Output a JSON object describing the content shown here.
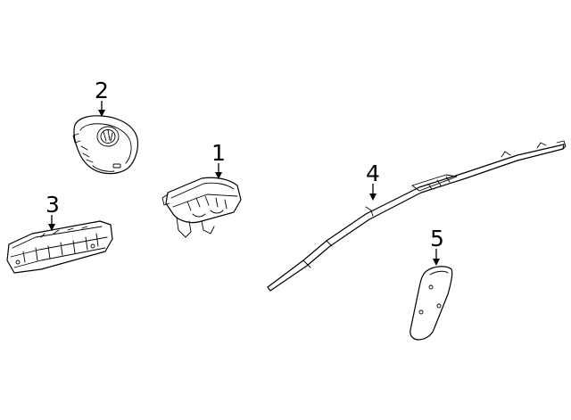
{
  "diagram": {
    "callouts": [
      {
        "id": "1",
        "label": "1",
        "part_name": "driver-airbag-module"
      },
      {
        "id": "2",
        "label": "2",
        "part_name": "steering-wheel-airbag-cover"
      },
      {
        "id": "3",
        "label": "3",
        "part_name": "passenger-airbag-module"
      },
      {
        "id": "4",
        "label": "4",
        "part_name": "side-curtain-airbag"
      },
      {
        "id": "5",
        "label": "5",
        "part_name": "seat-side-airbag"
      }
    ],
    "colors": {
      "line": "#000000",
      "background": "#ffffff"
    }
  }
}
